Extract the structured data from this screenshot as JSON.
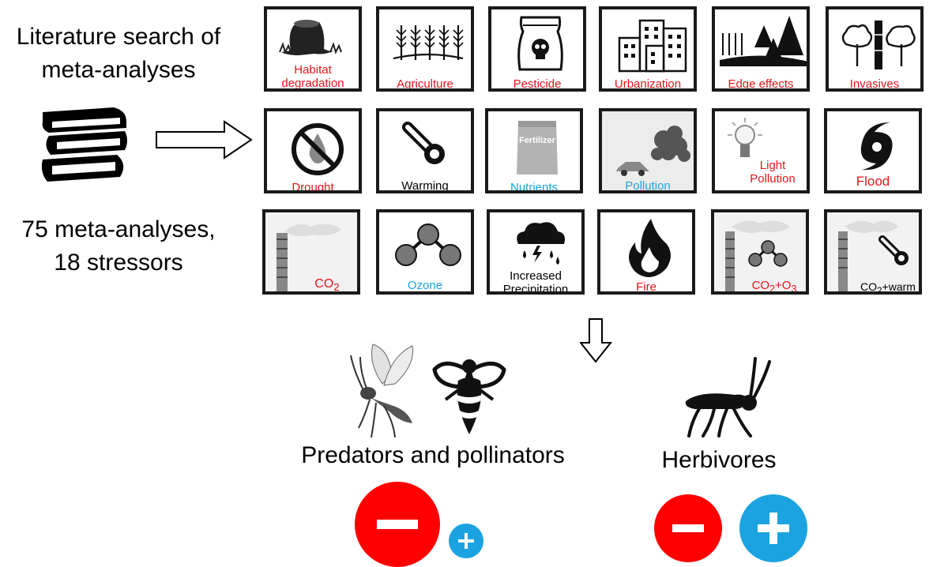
{
  "intro": {
    "line1": "Literature search of",
    "line2": "meta-analyses",
    "count_line1": "75 meta-analyses,",
    "count_line2": "18 stressors"
  },
  "stressors": [
    {
      "label": "Habitat degradation",
      "color": "red"
    },
    {
      "label": "Agriculture",
      "color": "red"
    },
    {
      "label": "Pesticide",
      "color": "red"
    },
    {
      "label": "Urbanization",
      "color": "red"
    },
    {
      "label": "Edge effects",
      "color": "red"
    },
    {
      "label": "Invasives",
      "color": "red"
    },
    {
      "label": "Drought",
      "color": "red"
    },
    {
      "label": "Warming",
      "color": "black"
    },
    {
      "label": "Nutrients",
      "color": "blue"
    },
    {
      "label": "Pollution",
      "color": "blue"
    },
    {
      "label": "Light Pollution",
      "color": "red"
    },
    {
      "label": "Flood",
      "color": "red"
    },
    {
      "label": "CO2",
      "color": "red"
    },
    {
      "label": "Ozone",
      "color": "blue"
    },
    {
      "label": "Increased Precipitation",
      "color": "black"
    },
    {
      "label": "Fire",
      "color": "red"
    },
    {
      "label": "CO2+O3",
      "color": "red"
    },
    {
      "label": "CO2+warm",
      "color": "black"
    }
  ],
  "fertilizer_text": "Fertilizer",
  "groups": {
    "predators": "Predators and pollinators",
    "herbivores": "Herbivores"
  },
  "effects": {
    "predators": [
      "minus",
      "plus (small)"
    ],
    "herbivores": [
      "minus",
      "plus"
    ]
  },
  "colors": {
    "negative": "#ff0000",
    "positive": "#1aa3e0",
    "label_red": "#e8141b"
  }
}
